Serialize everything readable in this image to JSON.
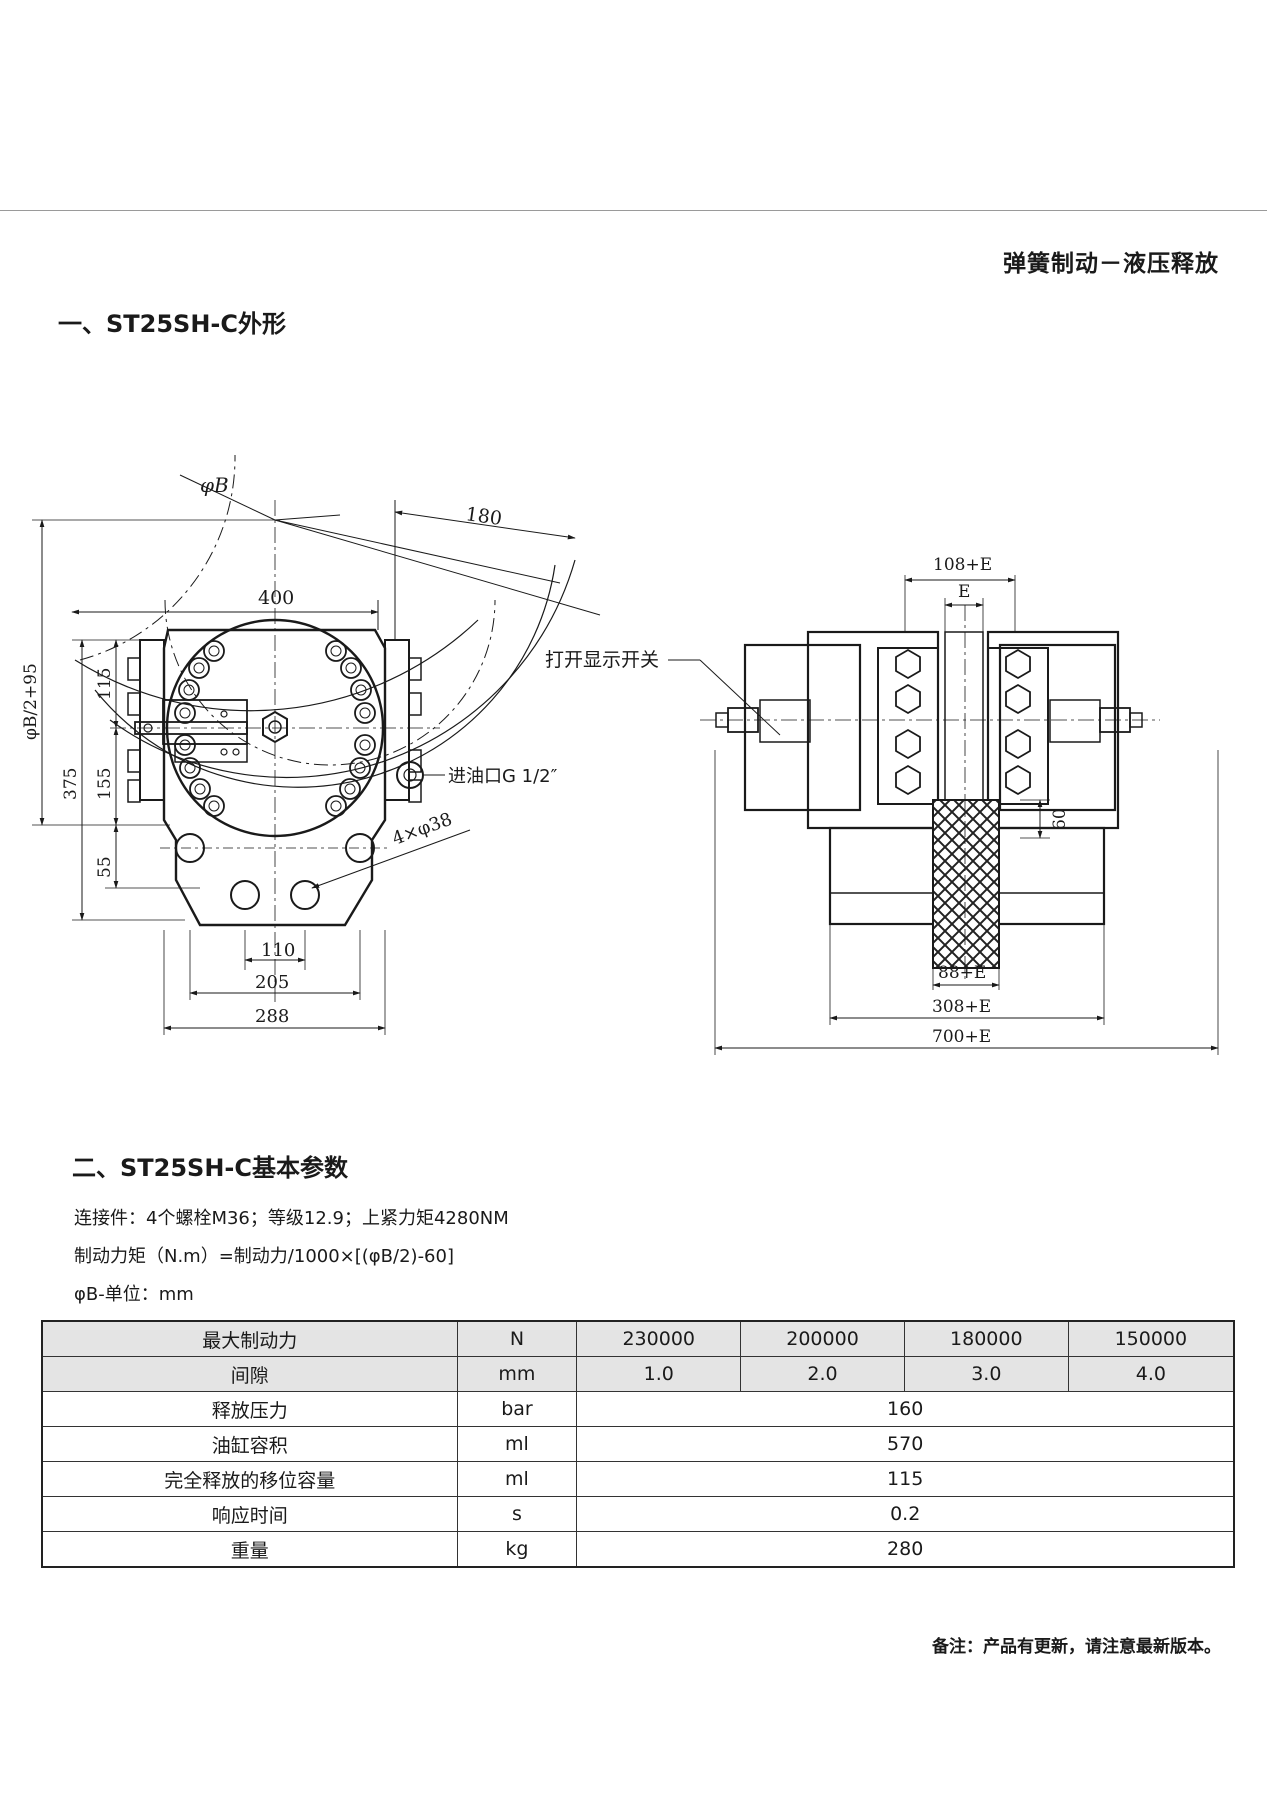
{
  "header": {
    "category": "弹簧制动－液压释放"
  },
  "section1": {
    "title": "一、ST25SH-C外形"
  },
  "drawing": {
    "left_view": {
      "phi_b": "φB",
      "dim_180": "180",
      "dim_400": "400",
      "dim_phi_b_half": "φB/2+95",
      "dim_115": "115",
      "dim_375": "375",
      "dim_155": "155",
      "dim_55": "55",
      "dim_holes": "4×φ38",
      "dim_110": "110",
      "dim_205": "205",
      "dim_288": "288",
      "oil_inlet": "进油口G 1/2″"
    },
    "right_view": {
      "open_switch": "打开显示开关",
      "dim_108e": "108+E",
      "dim_e": "E",
      "dim_60": "60",
      "dim_88e": "88+E",
      "dim_308e": "308+E",
      "dim_700e": "700+E"
    }
  },
  "section2": {
    "title": "二、ST25SH-C基本参数"
  },
  "notes": [
    "连接件：4个螺栓M36；等级12.9；上紧力矩4280NM",
    "制动力矩（N.m）=制动力/1000×[(φB/2)-60]",
    "φB-单位：mm"
  ],
  "params": {
    "rows": [
      {
        "label": "最大制动力",
        "unit": "N",
        "values": [
          "230000",
          "200000",
          "180000",
          "150000"
        ]
      },
      {
        "label": "间隙",
        "unit": "mm",
        "values": [
          "1.0",
          "2.0",
          "3.0",
          "4.0"
        ]
      },
      {
        "label": "释放压力",
        "unit": "bar",
        "value": "160"
      },
      {
        "label": "油缸容积",
        "unit": "ml",
        "value": "570"
      },
      {
        "label": "完全释放的移位容量",
        "unit": "ml",
        "value": "115"
      },
      {
        "label": "响应时间",
        "unit": "s",
        "value": "0.2"
      },
      {
        "label": "重量",
        "unit": "kg",
        "value": "280"
      }
    ]
  },
  "footnote": "备注：产品有更新，请注意最新版本。"
}
